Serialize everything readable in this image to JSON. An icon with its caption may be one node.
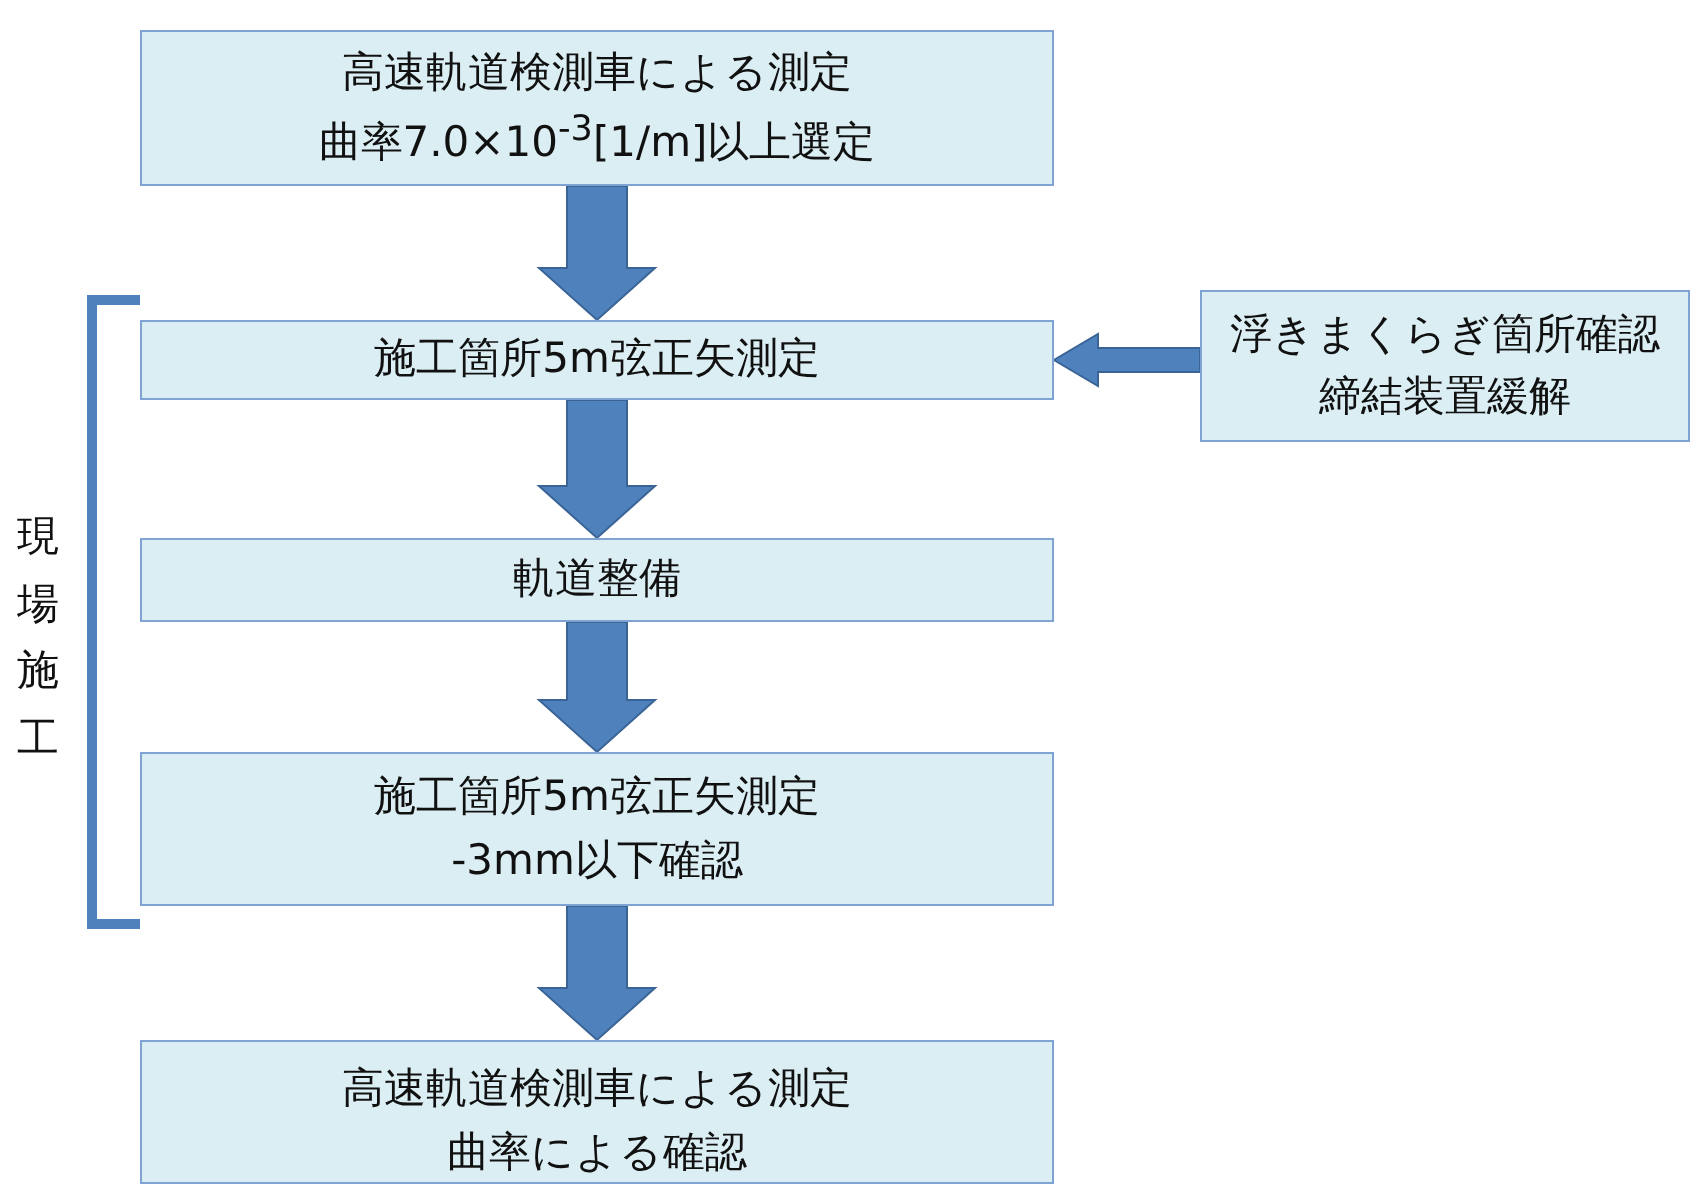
{
  "diagram": {
    "nodes": [
      {
        "text": [
          "高速軌道検測車による測定",
          "曲率7.0×10$^{-3}$[1/m]以上選定"
        ]
      },
      {
        "text": [
          "施工箇所5m弦正矢測定"
        ]
      },
      {
        "text": [
          "軌道整備"
        ]
      },
      {
        "text": [
          "施工箇所5m弦正矢測定",
          "-3mm以下確認"
        ]
      },
      {
        "text": [
          "高速軌道検測車による測定",
          "曲率による確認"
        ]
      },
      {
        "text": [
          "浮きまくらぎ箇所確認",
          "締結装置緩解"
        ]
      }
    ],
    "edges": [
      {
        "from": 0,
        "to": 1,
        "arrow": "to"
      },
      {
        "from": 1,
        "to": 2,
        "arrow": "to"
      },
      {
        "from": 2,
        "to": 3,
        "arrow": "to"
      },
      {
        "from": 3,
        "to": 4,
        "arrow": "to"
      },
      {
        "from": 5,
        "to": 1,
        "arrow": "to"
      }
    ],
    "labels": [
      "現場施工"
    ]
  }
}
